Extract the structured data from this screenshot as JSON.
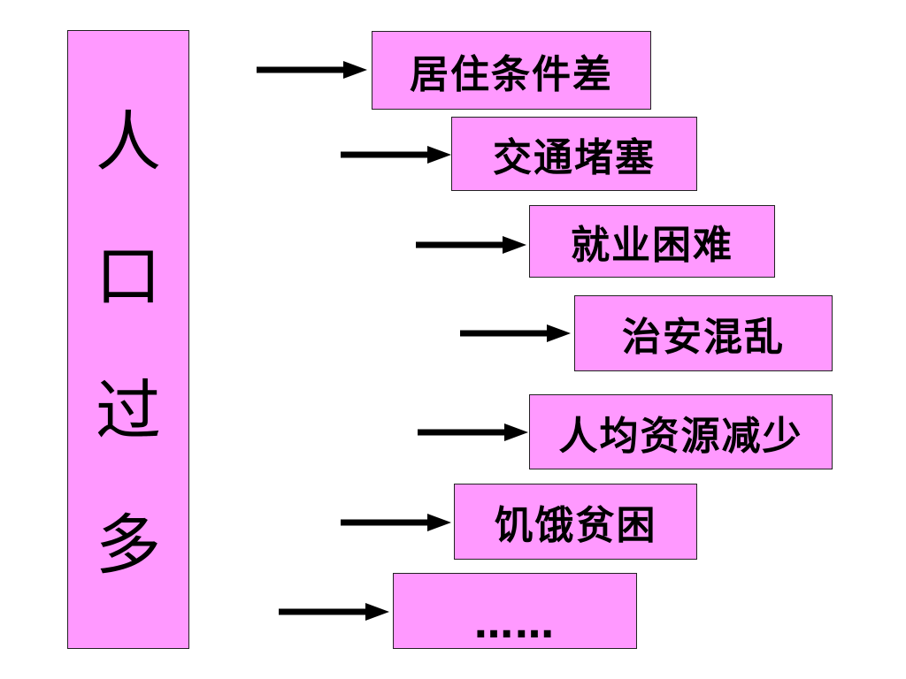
{
  "colors": {
    "box_fill": "#FF99FF",
    "arrow": "#000000"
  },
  "main_box": {
    "chars": [
      "人",
      "口",
      "过",
      "多"
    ]
  },
  "items": [
    {
      "label": "居住条件差"
    },
    {
      "label": "交通堵塞"
    },
    {
      "label": "就业困难"
    },
    {
      "label": "治安混乱"
    },
    {
      "label": "人均资源减少"
    },
    {
      "label": "饥饿贫困"
    },
    {
      "label": "……"
    }
  ]
}
